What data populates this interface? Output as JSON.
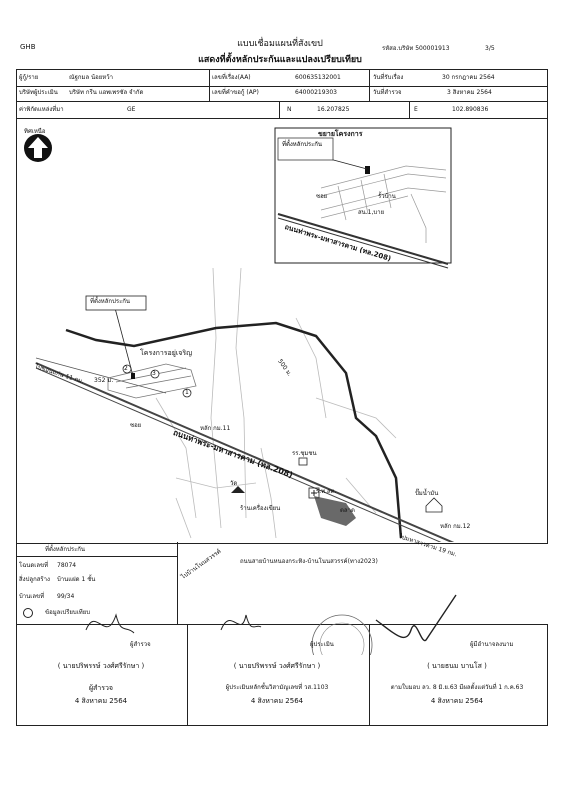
{
  "header": {
    "left_code": "GHB",
    "title_line1": "แบบเชื่อมแผนที่สังเขป",
    "title_line2": "แสดงที่ตั้งหลักประกันและแปลงเปรียบเทียบ",
    "ref": "รหัสอ.บริษัท 500001913",
    "page": "3/5"
  },
  "info": {
    "r1": {
      "l1": "ผู้กู้/ราย",
      "v1": "ณัฐกมล น้อยหว้า",
      "l2": "เลขที่เรื่อง(AA)",
      "v2": "600635132001",
      "l3": "วันที่รับเรื่อง",
      "v3": "30 กรกฎาคม 2564"
    },
    "r2": {
      "l1": "บริษัทผู้ประเมิน",
      "v1": "บริษัท กรีน แอพเพรซัล จำกัด",
      "l2": "เลขที่คำขอกู้ (AP)",
      "v2": "64000219303",
      "l3": "วันที่สำรวจ",
      "v3": "3 สิงหาคม 2564"
    },
    "r3": {
      "l1": "ค่าพิกัดแหล่งที่มา",
      "v1": "GE",
      "l2": "N",
      "v2": "16.207825",
      "l3": "E",
      "v3": "102.890836"
    }
  },
  "map": {
    "north_label": "ทิศเหนือ",
    "inset_title": "ขยายโครงการ",
    "inset_collateral_label": "ที่ตั้งหลักประกัน",
    "inset_road1": "สน.1,บาย",
    "inset_highway": "ถนนท่าพระ-มหาสารคาม (ทล.208)",
    "inset_small1": "ซอย",
    "inset_small2": "รั้วบ้าน",
    "collateral_label": "ที่ตั้งหลักประกัน",
    "project_label": "โครงการอยู่เจริญ",
    "marker1": "1",
    "marker2": "2",
    "marker3": "3",
    "road_main": "ถนนท่าพระ-มหาสารคาม (ทล.208)",
    "road_village": "ถนนสายบ้านหนองกระทิง-บ้านโนนสวรรค์(ทาง2023)",
    "label_to_khon_kaen": "ไปขอนแก่น 11 กม.",
    "label_km11": "หลัก กม.11",
    "label_km12": "หลัก กม.12",
    "label_to_maha": "ไปมหาสารคาม 19 กม.",
    "label_school": "รร.ชุมชน",
    "label_temple": "วัด",
    "label_hospital": "ร.พ.สต.",
    "label_market": "ตลาด",
    "label_shop": "ร้านเครื่องเขียน",
    "label_gas": "ปั๊มน้ำมัน",
    "label_to_bottom": "ไปบ้านโนนสวรรค์",
    "label_soi": "ซอย",
    "label_dist": "352 ม.",
    "label_km_small": "500 ม."
  },
  "legend": {
    "collateral": "ที่ตั้งหลักประกัน",
    "deed_label": "โฉนดเลขที่",
    "deed_value": "78074",
    "building_label": "สิ่งปลูกสร้าง",
    "building_value": "บ้านแฝด 1 ชั้น",
    "house_label": "บ้านเลขที่",
    "house_value": "99/34",
    "compare_label": "ข้อมูลเปรียบเทียบ"
  },
  "signatures": {
    "s1_role": "ผู้สำรวจ",
    "s1_name": "( นายปริพรรษ์ วงศ์ศรีรักษา )",
    "s1_role2": "ผู้สำรวจ",
    "s1_date": "4 สิงหาคม 2564",
    "s2_role": "ผู้ประเมิน",
    "s2_name": "( นายปริพรรษ์ วงศ์ศรีรักษา )",
    "s2_license": "ผู้ประเมินหลักชั้นวิสามัญเลขที่ วส.1103",
    "s2_date": "4 สิงหาคม 2564",
    "s3_role": "ผู้มีอำนาจลงนาม",
    "s3_name": "( นายธนม บานโส )",
    "s3_license": "ตามใบมอบ ลว. 8 มิ.ย.63 มีผลตั้งแต่วันที่ 1 ก.ค.63",
    "s3_date": "4 สิงหาคม 2564"
  }
}
